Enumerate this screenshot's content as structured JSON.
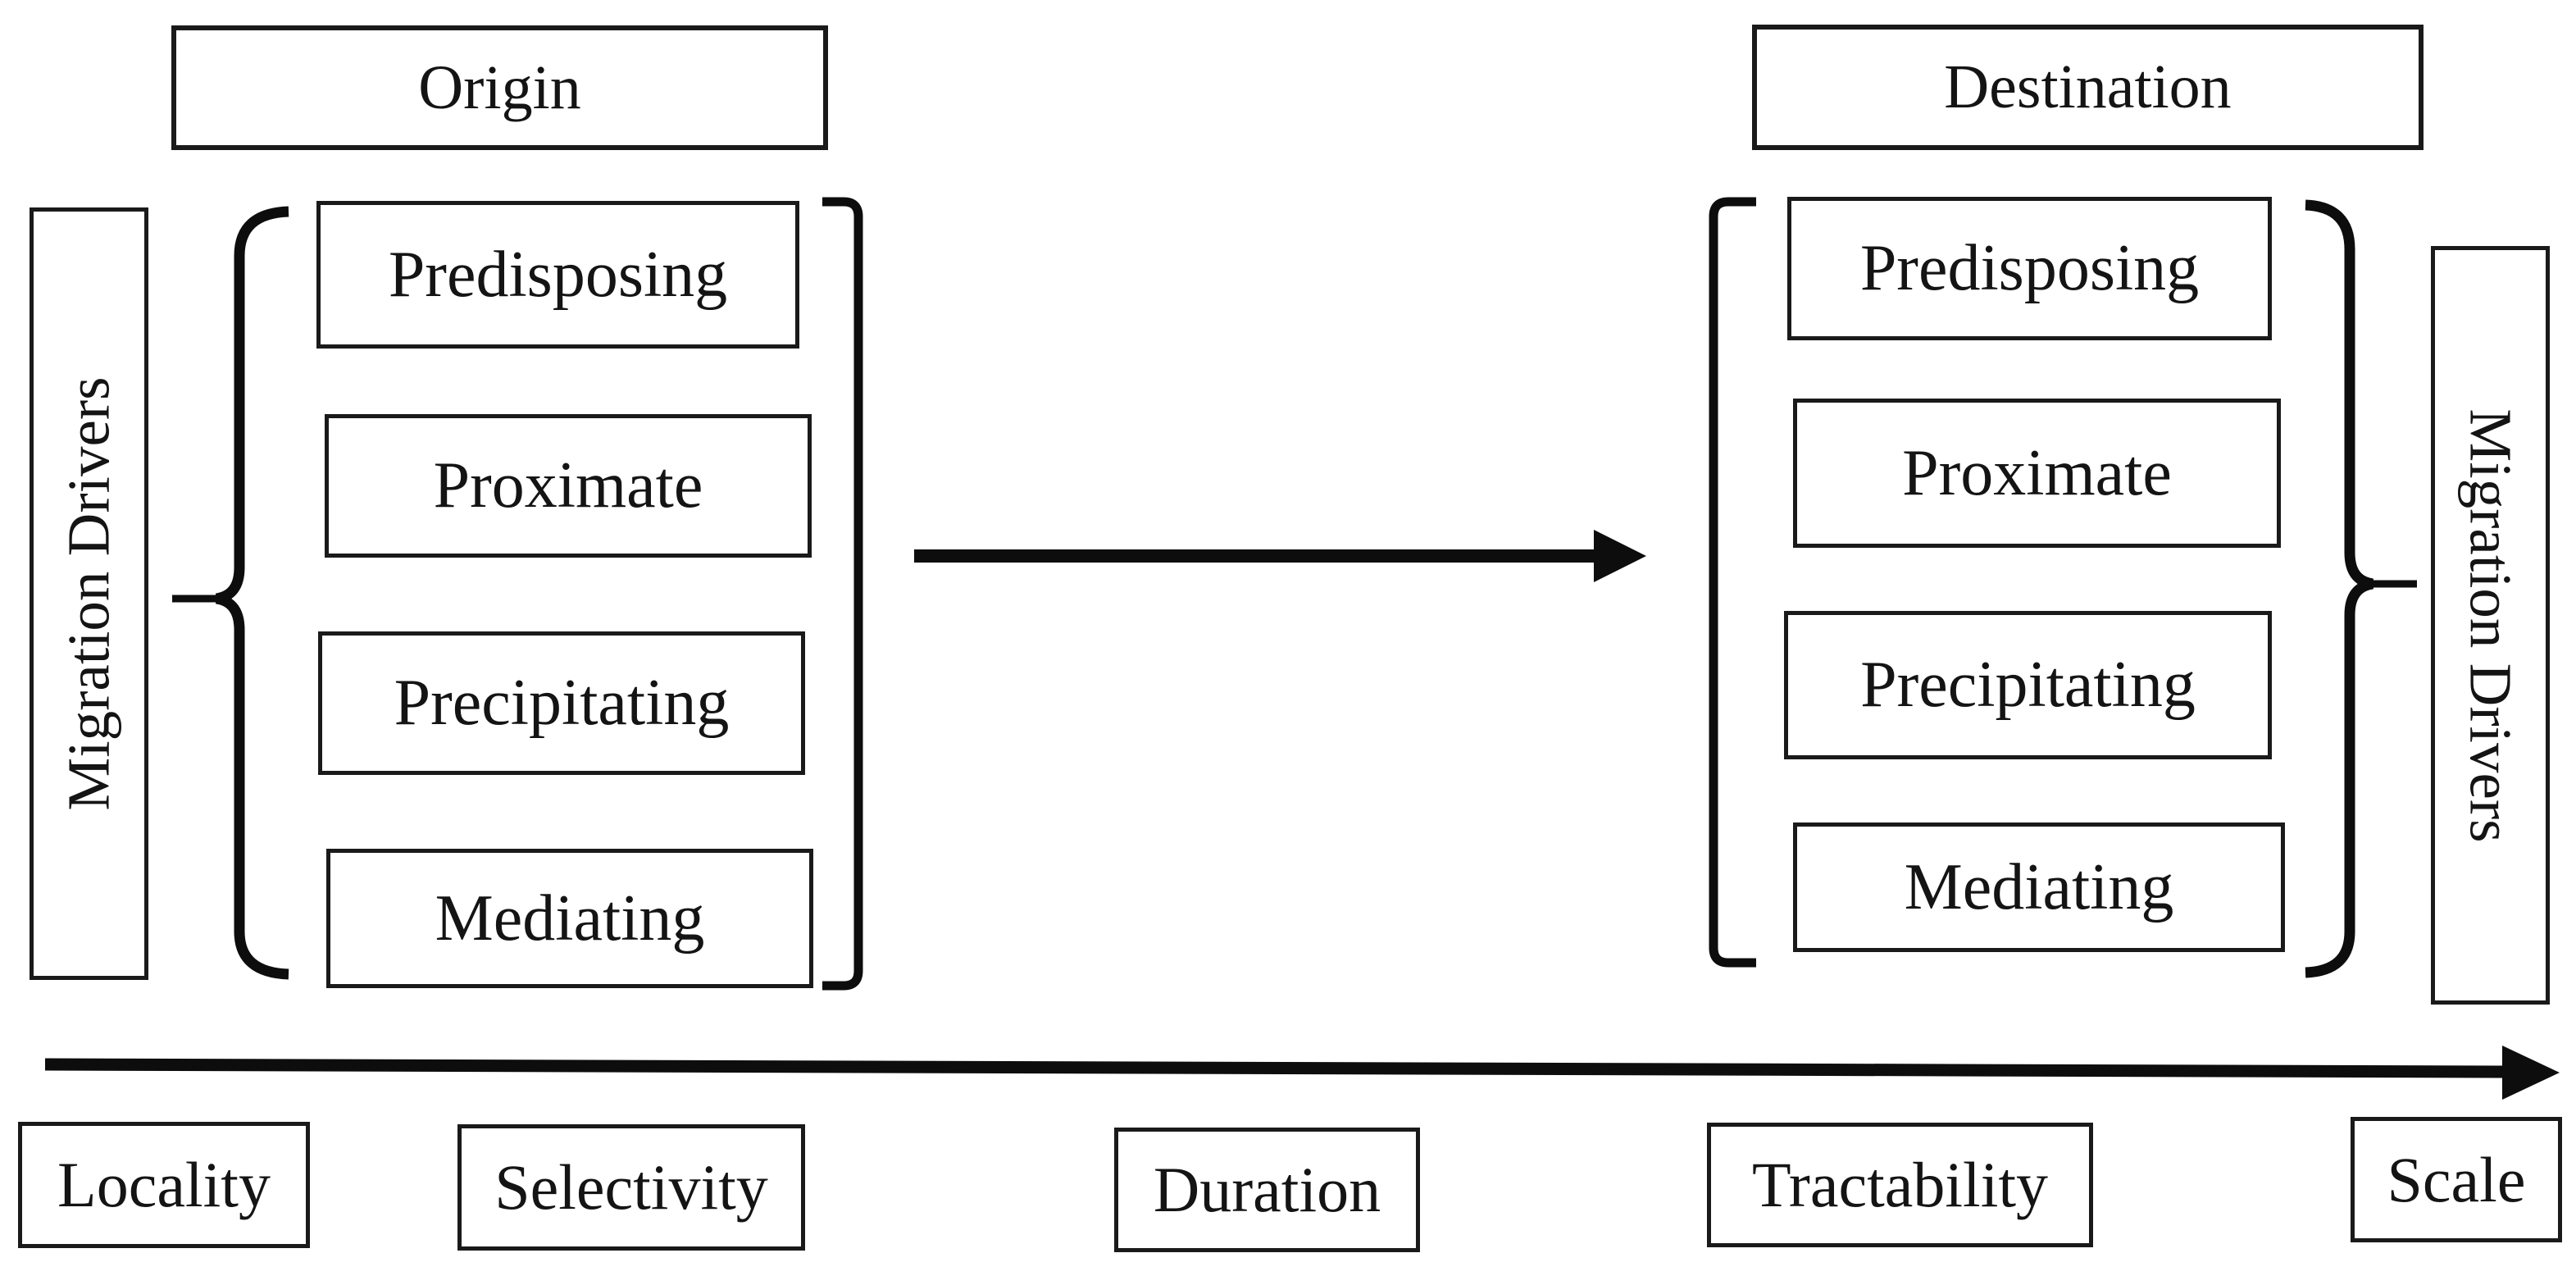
{
  "colors": {
    "background": "#ffffff",
    "ink": "#141414",
    "line": "#0d0d0d"
  },
  "nodes": {
    "origin": "Origin",
    "destination": "Destination"
  },
  "origin_group": {
    "label": "Migration Drivers",
    "drivers": [
      "Predisposing",
      "Proximate",
      "Precipitating",
      "Mediating"
    ]
  },
  "destination_group": {
    "label": "Migration Drivers",
    "drivers": [
      "Predisposing",
      "Proximate",
      "Precipitating",
      "Mediating"
    ]
  },
  "dimensions_axis": {
    "labels": [
      "Locality",
      "Selectivity",
      "Duration",
      "Tractability",
      "Scale"
    ]
  },
  "connectors": {
    "origin_to_destination": "arrow-right",
    "bottom_axis": "arrow-right",
    "origin_group_left": "curly-brace-left",
    "origin_group_right": "square-bracket-right",
    "destination_group_left": "square-bracket-left",
    "destination_group_right": "curly-brace-right"
  }
}
